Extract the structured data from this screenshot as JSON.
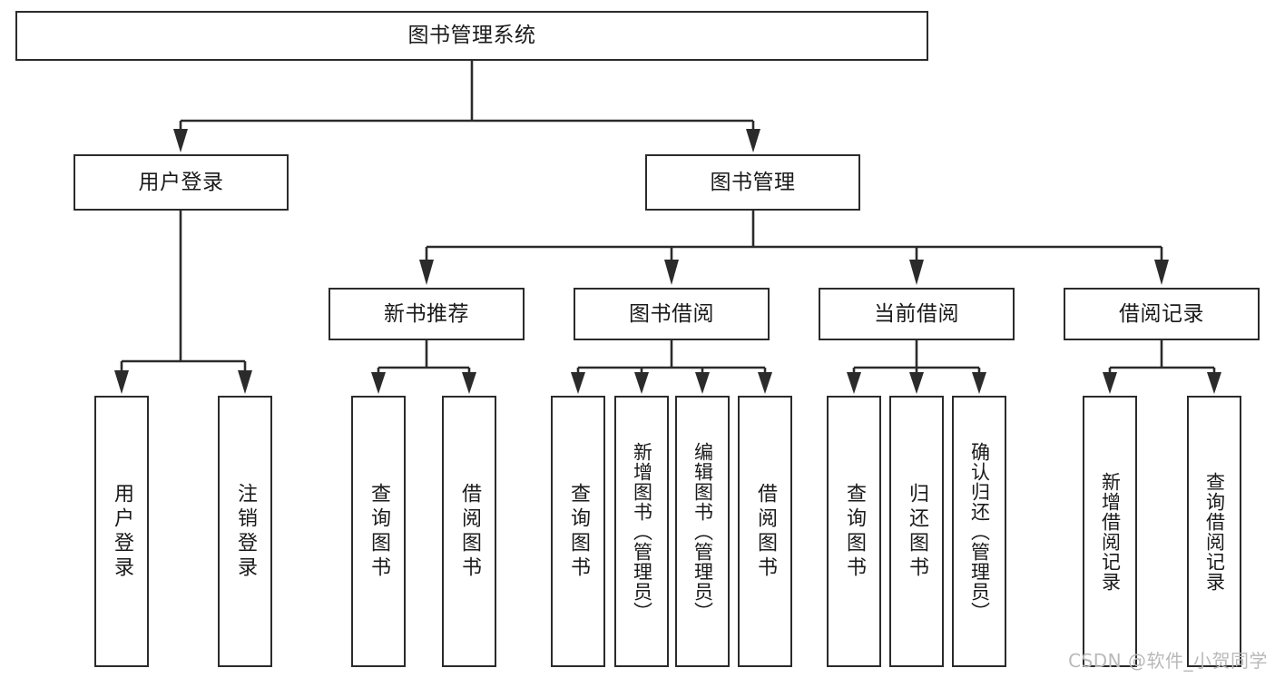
{
  "diagram": {
    "title": "图书管理系统",
    "type": "tree-hierarchy-chart",
    "orientation": "top-down",
    "colors": {
      "box_border": "#2b2b2b",
      "box_fill": "#ffffff",
      "connector": "#2b2b2b",
      "text": "#1a1a1a",
      "background": "#ffffff",
      "watermark": "#b9b9b9"
    }
  },
  "nodes": {
    "root": {
      "label": "图书管理系统"
    },
    "level2": [
      {
        "label": "用户登录"
      },
      {
        "label": "图书管理"
      }
    ],
    "level3": [
      {
        "label": "新书推荐"
      },
      {
        "label": "图书借阅"
      },
      {
        "label": "当前借阅"
      },
      {
        "label": "借阅记录"
      }
    ],
    "leaves": {
      "user_login": [
        {
          "label": "用户登录"
        },
        {
          "label": "注销登录"
        }
      ],
      "new_book_recommend": [
        {
          "label": "查询图书"
        },
        {
          "label": "借阅图书"
        }
      ],
      "book_borrow": [
        {
          "label": "查询图书"
        },
        {
          "label": "新增图书（管理员）"
        },
        {
          "label": "编辑图书（管理员）"
        },
        {
          "label": "借阅图书"
        }
      ],
      "current_borrow": [
        {
          "label": "查询图书"
        },
        {
          "label": "归还图书"
        },
        {
          "label": "确认归还（管理员）"
        }
      ],
      "borrow_record": [
        {
          "label": "新增借阅记录"
        },
        {
          "label": "查询借阅记录"
        }
      ]
    }
  },
  "watermark": {
    "text": "CSDN @软件_小贺同学"
  },
  "chart_data": {
    "type": "table",
    "title": "图书管理系统",
    "edges": [
      {
        "from": "图书管理系统",
        "to": "用户登录"
      },
      {
        "from": "图书管理系统",
        "to": "图书管理"
      },
      {
        "from": "用户登录",
        "to": "用户登录"
      },
      {
        "from": "用户登录",
        "to": "注销登录"
      },
      {
        "from": "图书管理",
        "to": "新书推荐"
      },
      {
        "from": "图书管理",
        "to": "图书借阅"
      },
      {
        "from": "图书管理",
        "to": "当前借阅"
      },
      {
        "from": "图书管理",
        "to": "借阅记录"
      },
      {
        "from": "新书推荐",
        "to": "查询图书"
      },
      {
        "from": "新书推荐",
        "to": "借阅图书"
      },
      {
        "from": "图书借阅",
        "to": "查询图书"
      },
      {
        "from": "图书借阅",
        "to": "新增图书（管理员）"
      },
      {
        "from": "图书借阅",
        "to": "编辑图书（管理员）"
      },
      {
        "from": "图书借阅",
        "to": "借阅图书"
      },
      {
        "from": "当前借阅",
        "to": "查询图书"
      },
      {
        "from": "当前借阅",
        "to": "归还图书"
      },
      {
        "from": "当前借阅",
        "to": "确认归还（管理员）"
      },
      {
        "from": "借阅记录",
        "to": "新增借阅记录"
      },
      {
        "from": "借阅记录",
        "to": "查询借阅记录"
      }
    ]
  }
}
